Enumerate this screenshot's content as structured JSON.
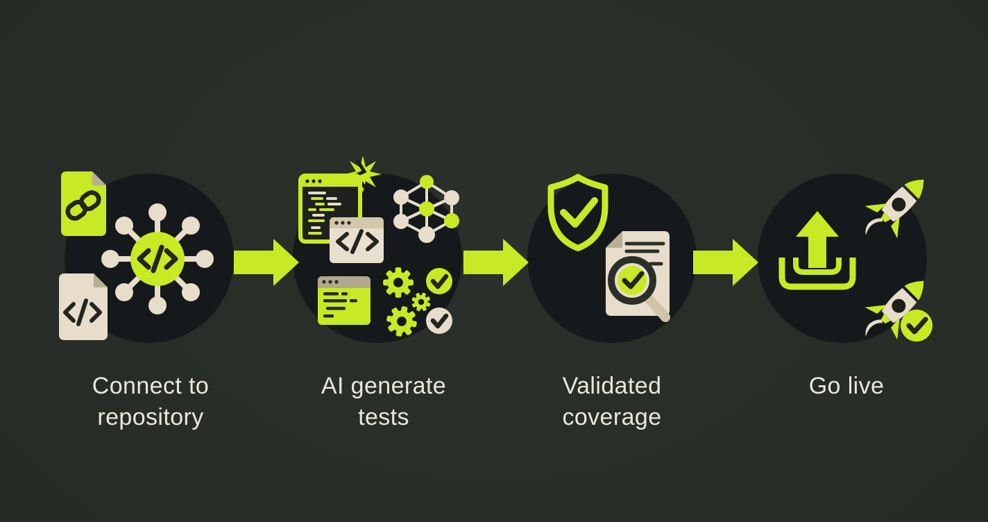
{
  "diagram": {
    "colors": {
      "background": "#272c27",
      "circle": "#16191b",
      "accent": "#c7ea24",
      "beige": "#e7ddca",
      "beige_dark": "#b9ae93",
      "detail_dark": "#22261f",
      "label": "#eae7db"
    },
    "steps": [
      {
        "label": "Connect to\nrepository",
        "icons": [
          "link-file-icon",
          "code-file-icon",
          "code-hub-network-icon"
        ]
      },
      {
        "label": "AI generate\ntests",
        "icons": [
          "code-editor-window-icon",
          "spark-burst-icon",
          "code-browser-window-icon",
          "test-script-window-icon",
          "neural-network-icon",
          "gears-icon",
          "check-circle-lime-icon",
          "check-circle-beige-icon"
        ]
      },
      {
        "label": "Validated\ncoverage",
        "icons": [
          "shield-check-icon",
          "report-document-icon",
          "magnifier-check-icon"
        ]
      },
      {
        "label": "Go live",
        "icons": [
          "upload-tray-icon",
          "rocket-icon",
          "rocket-check-badge-icon"
        ]
      }
    ],
    "arrow_count": 3
  }
}
